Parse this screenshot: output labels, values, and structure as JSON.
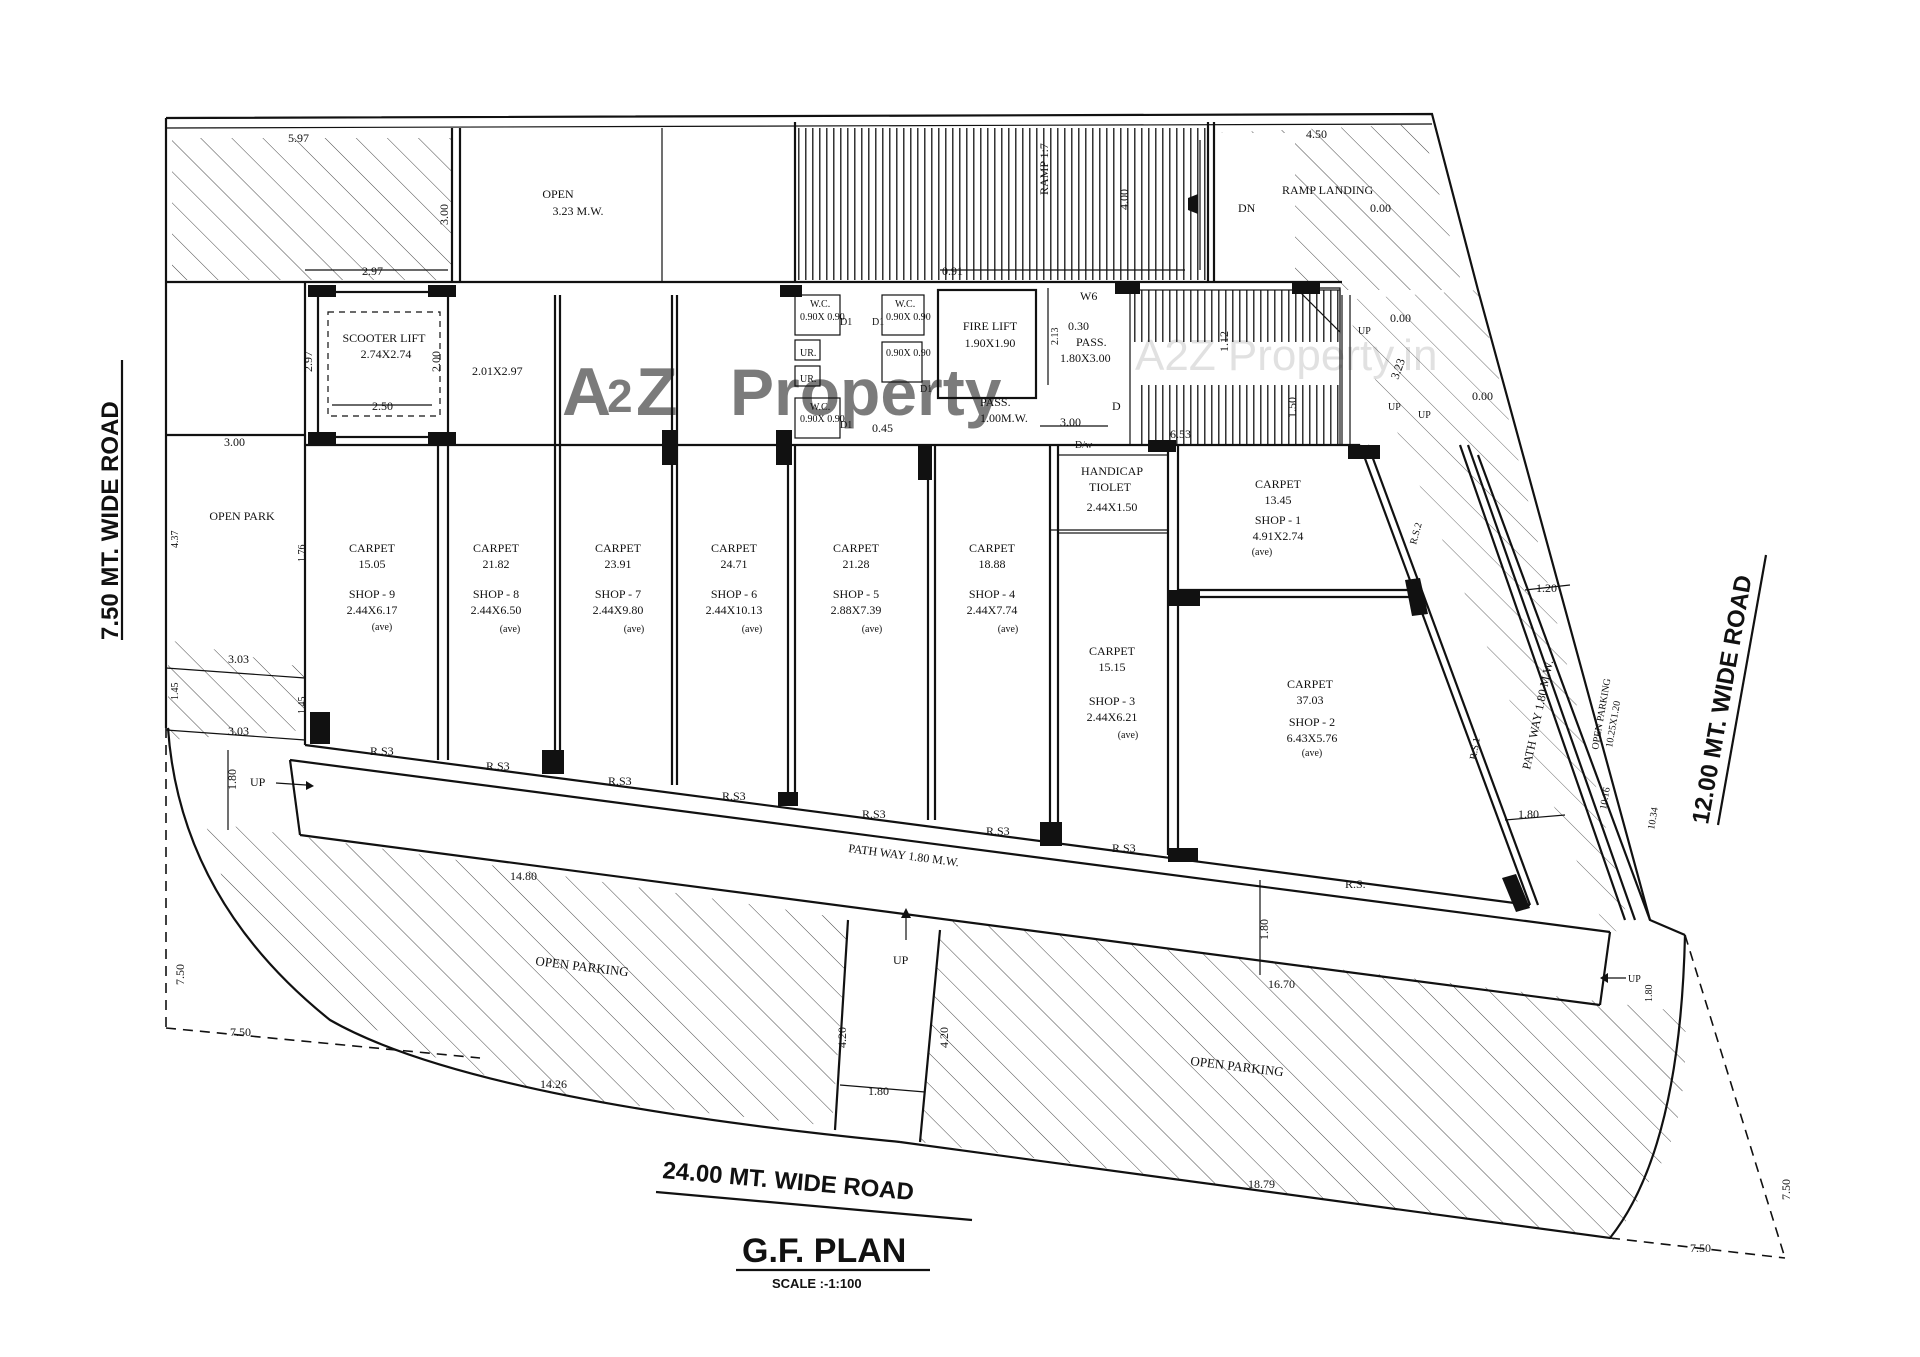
{
  "plan": {
    "title": "G.F. PLAN",
    "scale": "SCALE :-1:100",
    "roads": {
      "left": "7.50 MT. WIDE ROAD",
      "right": "12.00 MT. WIDE ROAD",
      "bottom": "24.00 MT. WIDE ROAD"
    },
    "watermark": {
      "logo_a": "A",
      "logo_2": "2",
      "logo_z": "Z",
      "logo_word": "Property",
      "site": "A2Z Property.in"
    }
  },
  "top_block": {
    "open_label": "OPEN",
    "open_width": "3.23 M.W.",
    "ramp_label": "RAMP 1:7",
    "ramp_landing_label": "RAMP LANDING",
    "ramp_landing_level": "0.00",
    "dn": "DN",
    "dim_top_left": "5.97",
    "dim_top_right": "4.50",
    "dim_open_h": "3.00",
    "dim_ramp": "4.00",
    "dim_open_w": "2.97",
    "dim_gap": "0.91"
  },
  "scooter_lift": {
    "label": "SCOOTER LIFT",
    "size": "2.74X2.74",
    "dim_h": "2.97",
    "dim_h2": "2.00",
    "dim_w": "2.50",
    "dim_park_w": "3.00",
    "side_room": "2.01X2.97"
  },
  "core": {
    "wc_label": "W.C.",
    "wc_size": "0.90X 0.90",
    "ur_label": "UR.",
    "d1": "D1",
    "fire_lift": "FIRE LIFT",
    "fire_lift_size": "1.90X1.90",
    "pass_label": "PASS.",
    "pass_width": "1.00M.W.",
    "pass2_gap": "0.30",
    "pass2_label": "PASS.",
    "pass2_size": "1.80X3.00",
    "dim_213": "2.13",
    "dim_300": "3.00",
    "dim_045": "0.45",
    "dim_653": "6.53",
    "w6": "W6",
    "d_label": "D",
    "dw": "D/w",
    "stair_levels": [
      "0.00",
      "0.00"
    ],
    "stair_dims": [
      "3.23",
      "1.50",
      "1.12"
    ],
    "up": "UP"
  },
  "handicap": {
    "label": "HANDICAP",
    "label2": "TIOLET",
    "size": "2.44X1.50"
  },
  "shops": [
    {
      "carpet": "CARPET",
      "area": "15.05",
      "name": "SHOP - 9",
      "size": "2.44X6.17",
      "note": "(ave)"
    },
    {
      "carpet": "CARPET",
      "area": "21.82",
      "name": "SHOP - 8",
      "size": "2.44X6.50",
      "note": "(ave)"
    },
    {
      "carpet": "CARPET",
      "area": "23.91",
      "name": "SHOP - 7",
      "size": "2.44X9.80",
      "note": "(ave)"
    },
    {
      "carpet": "CARPET",
      "area": "24.71",
      "name": "SHOP - 6",
      "size": "2.44X10.13",
      "note": "(ave)"
    },
    {
      "carpet": "CARPET",
      "area": "21.28",
      "name": "SHOP - 5",
      "size": "2.88X7.39",
      "note": "(ave)"
    },
    {
      "carpet": "CARPET",
      "area": "18.88",
      "name": "SHOP - 4",
      "size": "2.44X7.74",
      "note": "(ave)"
    },
    {
      "carpet": "CARPET",
      "area": "15.15",
      "name": "SHOP - 3",
      "size": "2.44X6.21",
      "note": "(ave)"
    },
    {
      "carpet": "CARPET",
      "area": "37.03",
      "name": "SHOP - 2",
      "size": "6.43X5.76",
      "note": "(ave)"
    },
    {
      "carpet": "CARPET",
      "area": "13.45",
      "name": "SHOP - 1",
      "size": "4.91X2.74",
      "note": "(ave)"
    }
  ],
  "shutters": {
    "rs3": "R.S3",
    "rs": "R.S.",
    "rs1": "R.S.1",
    "rs2": "R.S.2"
  },
  "open_park": {
    "label": "OPEN PARK",
    "dim_437": "4.37",
    "dim_303a": "3.03",
    "dim_303b": "3.03",
    "dim_145a": "1.45",
    "dim_145b": "1.45",
    "dim_176": "1.76"
  },
  "pathway": {
    "front_label": "PATH WAY 1.80 M.W.",
    "side_label": "PATH WAY 1.80 M.W.",
    "dim_180_left": "1.80",
    "dim_180_mid": "1.80",
    "dim_180_side": "1.80",
    "dim_120": "1.20",
    "dim_180_entry": "1.80",
    "up_left": "UP",
    "up_mid": "UP",
    "up_right": "UP"
  },
  "side_parking": {
    "label": "OPEN PARKING",
    "size": "10.25X1.20",
    "dim_1016": "10.16",
    "dim_1034": "10.34"
  },
  "open_parking": {
    "label_left": "OPEN PARKING",
    "label_right": "OPEN PARKING",
    "dim_1480": "14.80",
    "dim_1426": "14.26",
    "dim_1670": "16.70",
    "dim_1879": "18.79",
    "dim_420a": "4.20",
    "dim_420b": "4.20",
    "dim_180": "1.80",
    "dim_750_left_v": "7.50",
    "dim_750_left_h": "7.50",
    "dim_750_right_v": "7.50",
    "dim_750_right_h": "7.50"
  }
}
